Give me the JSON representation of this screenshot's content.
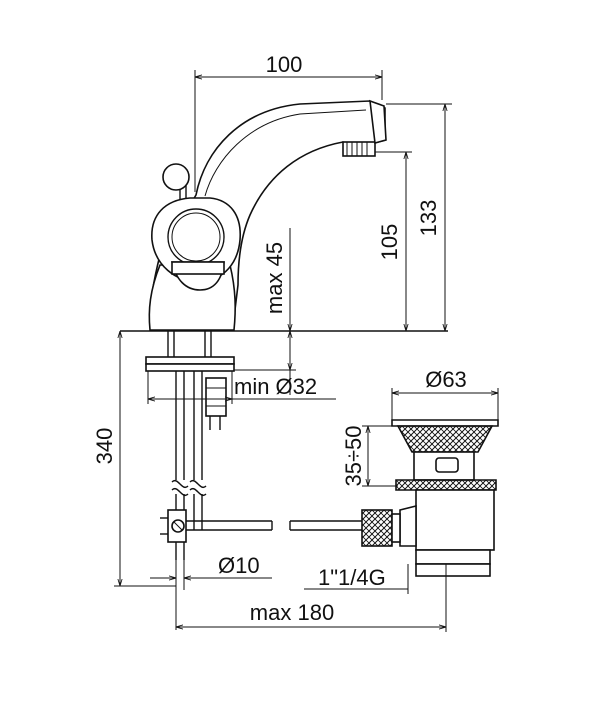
{
  "dimensions": {
    "spout_reach": "100",
    "total_height": "133",
    "spout_height": "105",
    "max_deck_thickness": "max 45",
    "min_hole_diameter": "min Ø32",
    "total_below_deck": "340",
    "pipe_diameter": "Ø10",
    "max_pipe_length": "max 180",
    "waste_diameter": "Ø63",
    "waste_height_range": "35÷50",
    "waste_thread": "1\"1/4G"
  },
  "colors": {
    "line": "#111111",
    "background": "#ffffff"
  }
}
